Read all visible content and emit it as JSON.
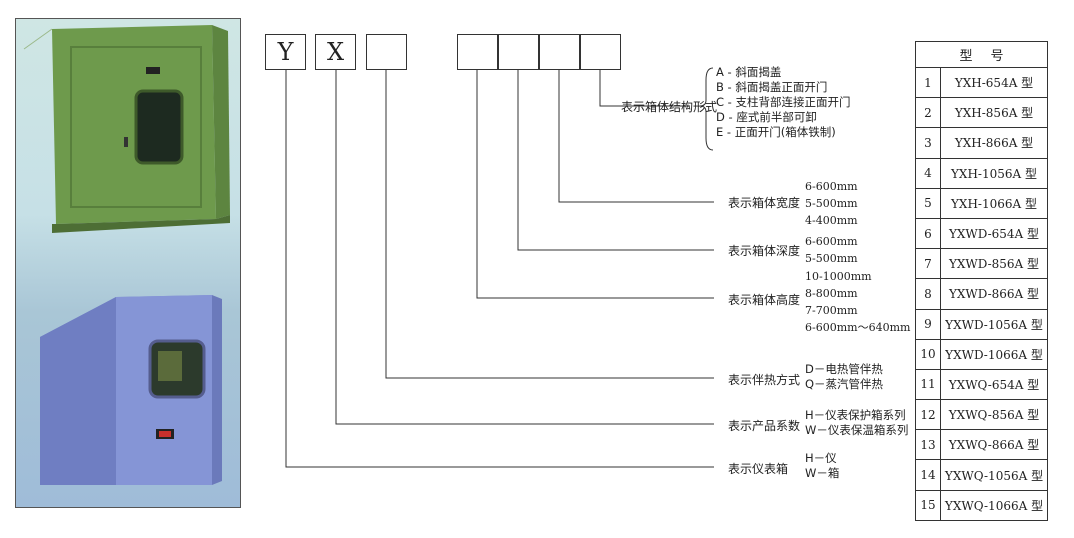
{
  "code_boxes": [
    "Y",
    "X",
    "",
    "",
    "",
    "",
    ""
  ],
  "structure": {
    "label": "表示箱体结构形式",
    "options": [
      "A - 斜面揭盖",
      "B - 斜面揭盖正面开门",
      "C - 支柱背部连接正面开门",
      "D - 座式前半部可卸",
      "E - 正面开门(箱体铁制)"
    ]
  },
  "width": {
    "label": "表示箱体宽度",
    "options": [
      "6-600mm",
      "5-500mm",
      "4-400mm"
    ]
  },
  "depth": {
    "label": "表示箱体深度",
    "options": [
      "6-600mm",
      "5-500mm"
    ]
  },
  "height": {
    "label": "表示箱体高度",
    "options": [
      "10-1000mm",
      "8-800mm",
      "7-700mm",
      "6-600mm～640mm"
    ]
  },
  "heating": {
    "label": "表示伴热方式",
    "options": [
      "D－电热管伴热",
      "Q－蒸汽管伴热"
    ]
  },
  "series": {
    "label": "表示产品系数",
    "options": [
      "H－仪表保护箱系列",
      "W－仪表保温箱系列"
    ]
  },
  "box": {
    "label": "表示仪表箱",
    "options": [
      "H－仪",
      "W－箱"
    ]
  },
  "model_table": {
    "header": "型号",
    "rows": [
      {
        "no": "1",
        "model": "YXH-654A 型"
      },
      {
        "no": "2",
        "model": "YXH-856A 型"
      },
      {
        "no": "3",
        "model": "YXH-866A 型"
      },
      {
        "no": "4",
        "model": "YXH-1056A 型"
      },
      {
        "no": "5",
        "model": "YXH-1066A 型"
      },
      {
        "no": "6",
        "model": "YXWD-654A 型"
      },
      {
        "no": "7",
        "model": "YXWD-856A 型"
      },
      {
        "no": "8",
        "model": "YXWD-866A 型"
      },
      {
        "no": "9",
        "model": "YXWD-1056A 型"
      },
      {
        "no": "10",
        "model": "YXWD-1066A 型"
      },
      {
        "no": "11",
        "model": "YXWQ-654A 型"
      },
      {
        "no": "12",
        "model": "YXWQ-856A 型"
      },
      {
        "no": "13",
        "model": "YXWQ-866A 型"
      },
      {
        "no": "14",
        "model": "YXWQ-1056A 型"
      },
      {
        "no": "15",
        "model": "YXWQ-1066A 型"
      }
    ]
  },
  "colors": {
    "green_box": "#6f9a4e",
    "blue_box": "#7f8fd0",
    "panel_bg": "#c6e0e6"
  }
}
